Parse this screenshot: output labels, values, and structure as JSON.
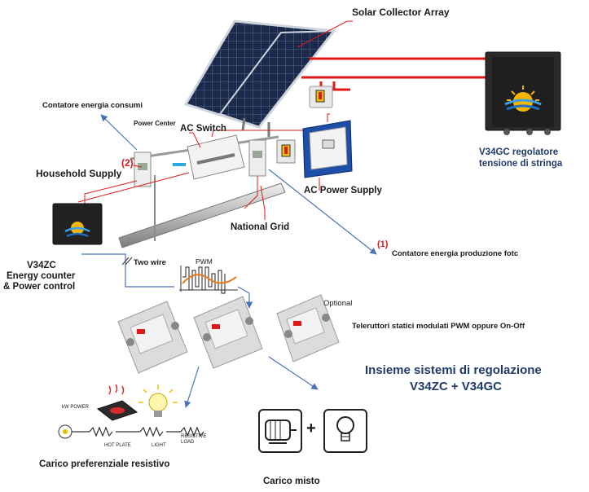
{
  "labels": {
    "solar_array": "Solar Collector Array",
    "v34gc_caption": "V34GC regolatore tensione di stringa",
    "consumption_meter": "Contatore energia consumi",
    "power_center": "Power Center",
    "ac_switch": "AC Switch",
    "household_supply": "Household Supply",
    "marker_2": "(2)",
    "ac_power_supply": "AC Power Supply",
    "national_grid": "National Grid",
    "marker_1": "(1)",
    "production_meter": "Contatore energia produzione fotc",
    "v34zc_title": "V34ZC",
    "v34zc_sub1": "Energy counter",
    "v34zc_sub2": "& Power control",
    "two_wire": "Two wire",
    "pwm": "PWM",
    "optional": "Optional",
    "ssr_caption": "Teleruttori statici modulati PWM oppure On-Off",
    "system_title1": "Insieme sistemi di regolazione",
    "system_title2": "V34ZC + V34GC",
    "kw_power": "kW POWER",
    "hot_plate": "HOT PLATE",
    "light": "LIGHT",
    "resistive_load": "RESISTIVE LOAD",
    "load_resistive": "Carico preferenziale resistivo",
    "load_mixed": "Carico misto",
    "plus": "+"
  },
  "colors": {
    "power_line": "#e01818",
    "signal_line": "#4a72b8",
    "title_navy": "#1f3a6b",
    "marker_red": "#d41c1c"
  }
}
